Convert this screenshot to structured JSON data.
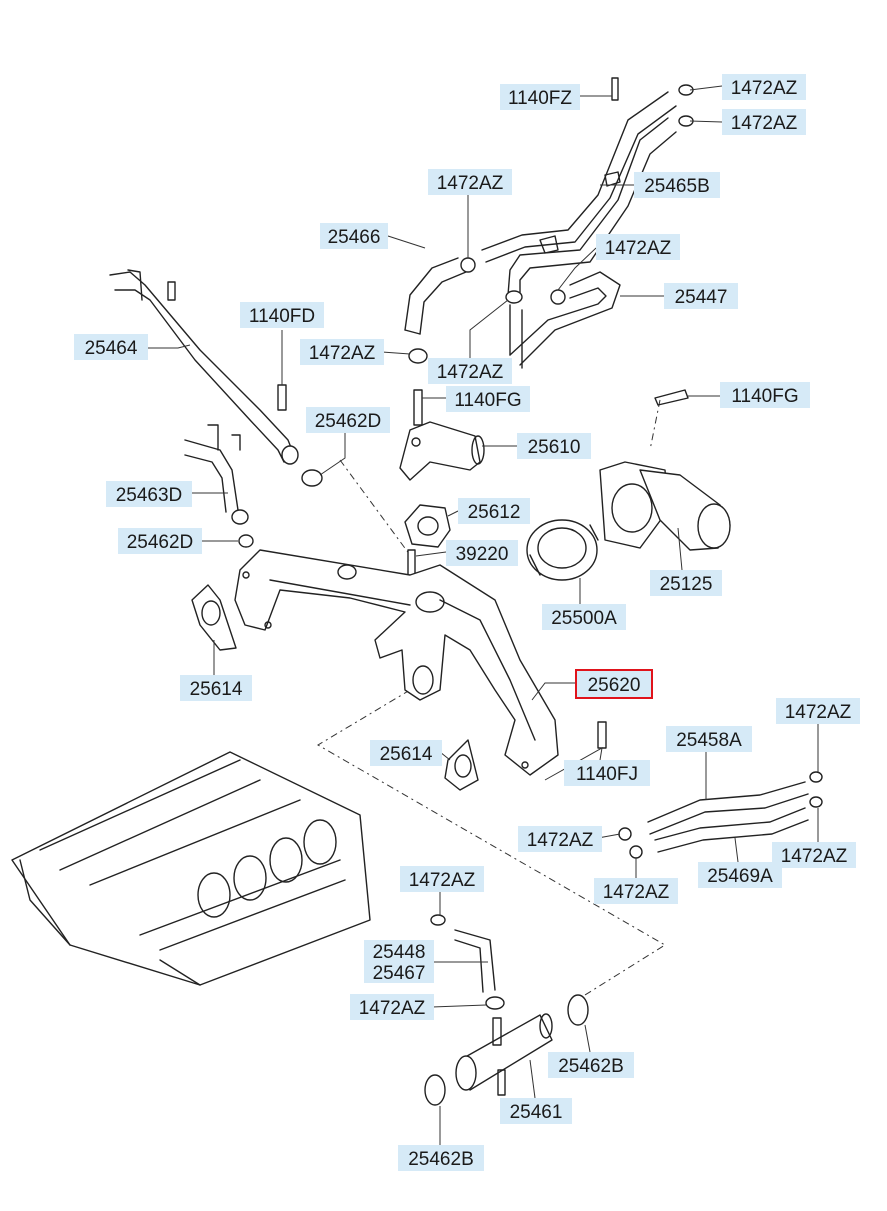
{
  "diagram": {
    "labels": {
      "l_1140fz": "1140FZ",
      "l_1472az_top1": "1472AZ",
      "l_1472az_top2": "1472AZ",
      "l_1472az_a": "1472AZ",
      "l_25465b": "25465B",
      "l_25466": "25466",
      "l_1472az_b": "1472AZ",
      "l_25447": "25447",
      "l_1140fd": "1140FD",
      "l_25464": "25464",
      "l_1472az_c": "1472AZ",
      "l_1472az_d": "1472AZ",
      "l_1140fg_a": "1140FG",
      "l_1140fg_b": "1140FG",
      "l_25462d_a": "25462D",
      "l_25610": "25610",
      "l_25463d": "25463D",
      "l_25612": "25612",
      "l_25462d_b": "25462D",
      "l_39220": "39220",
      "l_25125": "25125",
      "l_25500a": "25500A",
      "l_25614_a": "25614",
      "l_25620": "25620",
      "l_1472az_e": "1472AZ",
      "l_25458a": "25458A",
      "l_25614_b": "25614",
      "l_1140fj": "1140FJ",
      "l_1472az_f": "1472AZ",
      "l_1472az_g": "1472AZ",
      "l_1472az_h": "1472AZ",
      "l_25469a": "25469A",
      "l_1472az_i": "1472AZ",
      "l_25448": "25448",
      "l_25467": "25467",
      "l_1472az_j": "1472AZ",
      "l_25462b_a": "25462B",
      "l_25461": "25461",
      "l_25462b_b": "25462B"
    },
    "colors": {
      "label_background": "#d6eaf7",
      "highlight_border": "#e0131b",
      "line": "#222222"
    },
    "highlighted_part": "25620"
  }
}
